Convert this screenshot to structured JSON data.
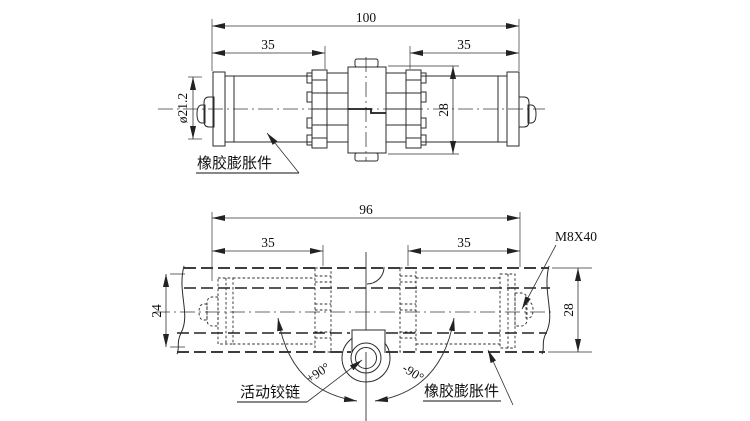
{
  "colors": {
    "line": "#2b2b2b",
    "background": "#ffffff"
  },
  "top_view": {
    "dim_overall": "100",
    "dim_left_segment": "35",
    "dim_right_segment": "35",
    "dim_diameter": "ø21.2",
    "dim_hub_height": "28",
    "label_rubber_expander": "橡胶膨胀件"
  },
  "bottom_view": {
    "dim_overall": "96",
    "dim_left_segment": "35",
    "dim_right_segment": "35",
    "dim_tube_inner": "24",
    "dim_tube_outer": "28",
    "label_bolt": "M8X40",
    "angle_positive": "+90°",
    "angle_negative": "-90°",
    "label_hinge": "活动铰链",
    "label_rubber_expander": "橡胶膨胀件"
  }
}
